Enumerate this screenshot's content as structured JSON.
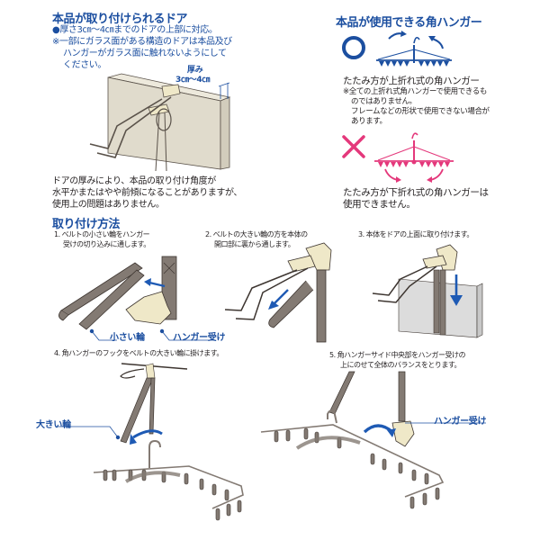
{
  "colors": {
    "heading_blue": "#1c4fa0",
    "ok_blue": "#1c4fa0",
    "ng_pink": "#e4387b",
    "belt_gray": "#837a73",
    "hook_cream": "#efe8c8",
    "door_beige": "#e0dbcc",
    "door_gray": "#dcdcdc",
    "arrow_blue": "#1e5ab4"
  },
  "door_section": {
    "title": "本品が取り付けられるドア",
    "bullet": "●厚さ3㎝～4㎝までのドアの上部に対応。",
    "note_line1": "※一部にガラス面がある構造のドアは本品及び",
    "note_line2": "ハンガーがガラス面に触れないようにして",
    "note_line3": "ください。",
    "thickness_label": "厚み",
    "thickness_value": "3㎝～4㎝",
    "angle_note_line1": "ドアの厚みにより、本品の取り付け角度が",
    "angle_note_line2": "水平かまたはやや前傾になることがありますが、",
    "angle_note_line3": "使用上の問題はありません。"
  },
  "hanger_section": {
    "title": "本品が使用できる角ハンガー",
    "ok_icon": "circle-ok-icon",
    "ok_caption": "たたみ方が上折れ式の角ハンガー",
    "ok_note_line1": "※全ての上折れ式角ハンガーで使用できるも",
    "ok_note_line2": "のではありません。",
    "ok_note_line3": "フレームなどの形状で使用できない場合が",
    "ok_note_line4": "あります。",
    "ng_icon": "cross-ng-icon",
    "ng_caption_line1": "たたみ方が下折れ式の角ハンガーは",
    "ng_caption_line2": "使用できません。"
  },
  "install_section": {
    "title": "取り付け方法",
    "steps": [
      {
        "line1": "1. ベルトの小さい輪をハンガー",
        "line2": "受けの切り込みに通します。"
      },
      {
        "line1": "2. ベルトの大きい輪の方を本体の",
        "line2": "開口部に裏から通します。"
      },
      {
        "line1": "3. 本体をドアの上面に取り付けます。",
        "line2": ""
      },
      {
        "line1": "4. 角ハンガーのフックをベルトの大きい輪に掛けます。",
        "line2": ""
      },
      {
        "line1": "5. 角ハンガーサイド中央部をハンガー受けの",
        "line2": "上にのせて全体のバランスをとります。"
      }
    ],
    "labels": {
      "small_loop": "小さい輪",
      "hanger_receiver": "ハンガー受け",
      "large_loop": "大きい輪",
      "hanger_receiver_5": "ハンガー受け"
    }
  }
}
